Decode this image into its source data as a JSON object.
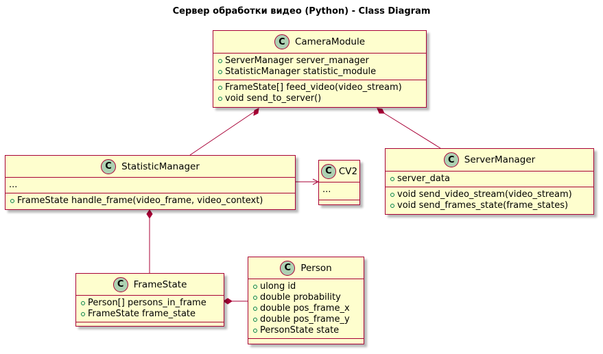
{
  "diagram": {
    "title": "Сервер обработки видео (Python) - Class Diagram",
    "badge_letter": "C",
    "colors": {
      "class_fill": "#FEFECE",
      "border": "#A80036",
      "badge_fill": "#ADD1B2",
      "public_marker": "#038048",
      "edge": "#A80036"
    },
    "classes": {
      "camera": {
        "name": "CameraModule",
        "attributes": [
          "ServerManager server_manager",
          "StatisticManager statistic_module"
        ],
        "methods": [
          "FrameState[] feed_video(video_stream)",
          "void send_to_server()"
        ]
      },
      "statistic": {
        "name": "StatisticManager",
        "fields_text": "...",
        "methods": [
          "FrameState handle_frame(video_frame, video_context)"
        ]
      },
      "cv2": {
        "name": "CV2",
        "fields_text": "..."
      },
      "server": {
        "name": "ServerManager",
        "attributes": [
          "server_data"
        ],
        "methods": [
          "void send_video_stream(video_stream)",
          "void send_frames_state(frame_states)"
        ]
      },
      "framestate": {
        "name": "FrameState",
        "attributes": [
          "Person[] persons_in_frame",
          "FrameState frame_state"
        ]
      },
      "person": {
        "name": "Person",
        "attributes": [
          "ulong id",
          "double probability",
          "double pos_frame_x",
          "double pos_frame_y",
          "PersonState state"
        ]
      }
    },
    "relations": [
      {
        "from": "camera",
        "to": "statistic",
        "kind": "composition"
      },
      {
        "from": "camera",
        "to": "server",
        "kind": "composition"
      },
      {
        "from": "statistic",
        "to": "cv2",
        "kind": "dependency"
      },
      {
        "from": "statistic",
        "to": "framestate",
        "kind": "composition"
      },
      {
        "from": "framestate",
        "to": "person",
        "kind": "composition"
      }
    ]
  }
}
